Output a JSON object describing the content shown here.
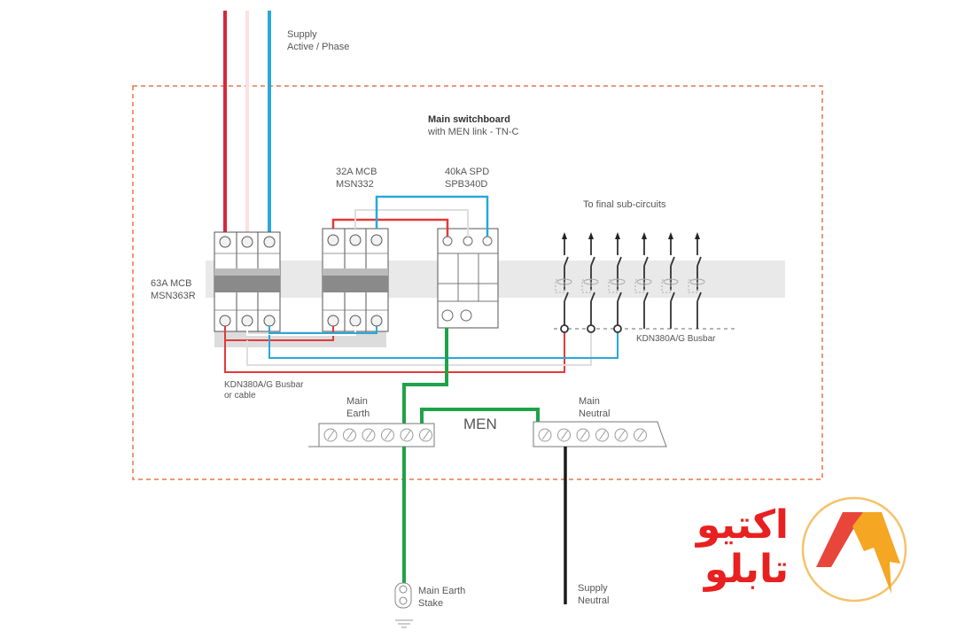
{
  "title": {
    "line1": "Main switchboard",
    "line2": "with MEN link - TN-C"
  },
  "supply": {
    "line1": "Supply",
    "line2": "Active / Phase"
  },
  "mcb63": {
    "line1": "63A MCB",
    "line2": "MSN363R"
  },
  "mcb32": {
    "line1": "32A MCB",
    "line2": "MSN332"
  },
  "spd": {
    "line1": "40kA SPD",
    "line2": "SPB340D"
  },
  "subcircuits": {
    "label": "To final sub-circuits",
    "count": 6
  },
  "busbar_right": {
    "label": "KDN380A/G Busbar"
  },
  "busbar_left": {
    "line1": "KDN380A/G Busbar",
    "line2": "or cable"
  },
  "main_earth": {
    "line1": "Main",
    "line2": "Earth",
    "terminals": 6
  },
  "main_neutral": {
    "line1": "Main",
    "line2": "Neutral",
    "terminals": 6
  },
  "men_link": {
    "label": "MEN"
  },
  "earth_stake": {
    "line1": "Main Earth",
    "line2": "Stake"
  },
  "supply_neutral": {
    "line1": "Supply",
    "line2": "Neutral"
  },
  "logo": {
    "line1": "اکتیو",
    "line2": "تابلو",
    "brand_red": "#e8201f",
    "brand_orange": "#f5a623"
  },
  "colors": {
    "phase_red": "#e23a3a",
    "phase_blue": "#2aa7dc",
    "phase_white": "#d8d8d8",
    "earth_green": "#1fa24a",
    "neutral_black": "#1a1a1a",
    "border_dashed": "#e8734f"
  }
}
